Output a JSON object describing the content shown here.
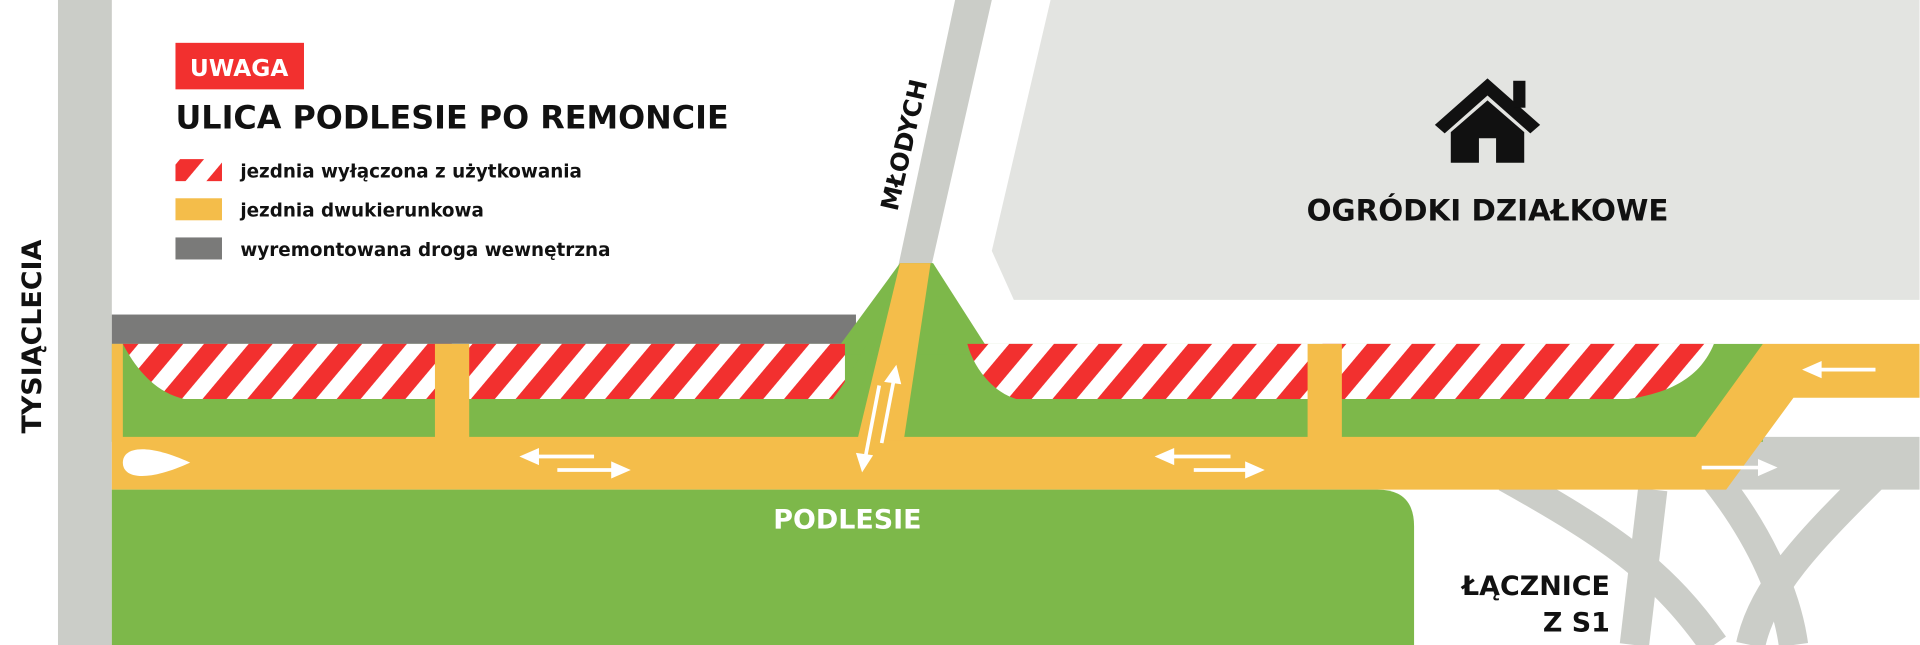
{
  "legend": {
    "badge": "UWAGA",
    "title": "ULICA PODLESIE PO REMONCIE",
    "items": [
      {
        "label": "jezdnia wyłączona z użytkowania",
        "swatch": "hatched-red"
      },
      {
        "label": "jezdnia dwukierunkowa",
        "swatch": "#f4bd4a"
      },
      {
        "label": "wyremontowana droga wewnętrzna",
        "swatch": "#7a7a79"
      }
    ]
  },
  "streets": {
    "left": "TYSIĄCLECIA",
    "north": "MŁODYCH",
    "main": "PODLESIE",
    "ramps_line1": "ŁĄCZNICE",
    "ramps_line2": "Z S1"
  },
  "areas": {
    "allotments": "OGRÓDKI DZIAŁKOWE"
  },
  "colors": {
    "red": "#f2302f",
    "orange": "#f4bd4a",
    "green": "#7db84a",
    "road_gray": "#cbcdc8",
    "area_gray": "#e3e4e1",
    "dark_gray": "#7a7a79"
  }
}
